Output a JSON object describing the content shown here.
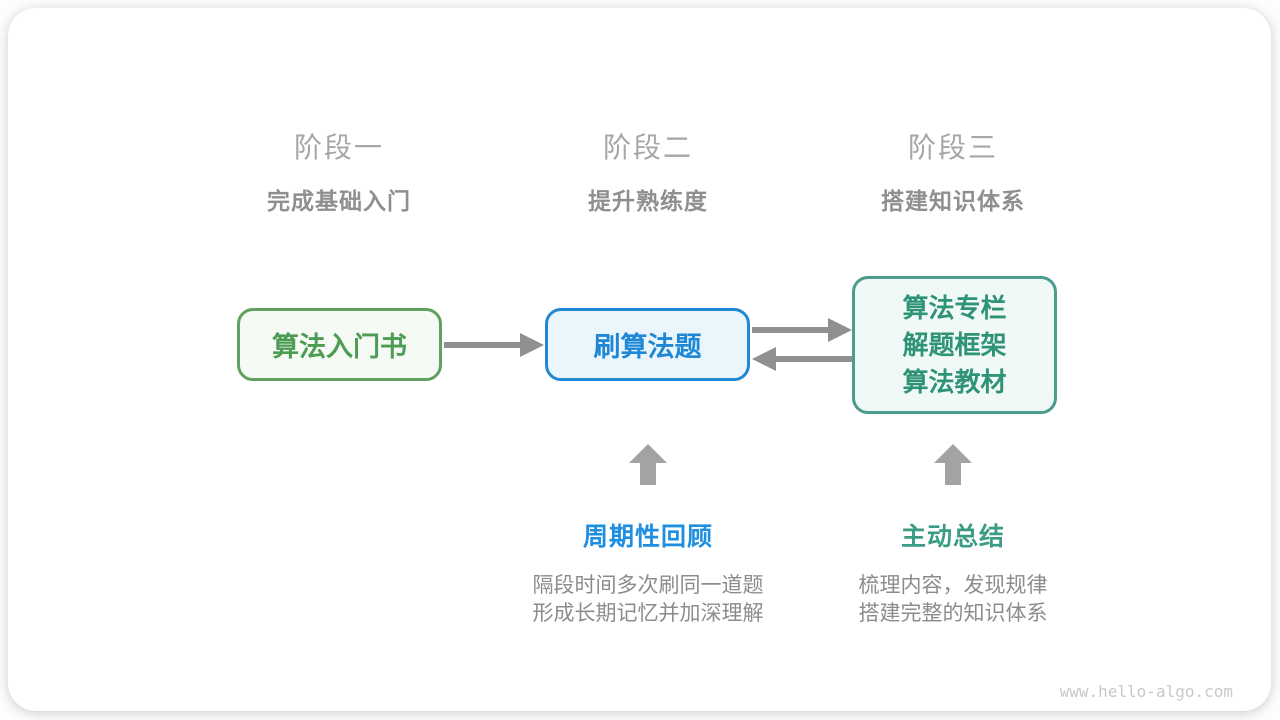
{
  "page": {
    "watermark": "www.hello-algo.com"
  },
  "stages": [
    {
      "title": "阶段一",
      "subtitle": "完成基础入门"
    },
    {
      "title": "阶段二",
      "subtitle": "提升熟练度"
    },
    {
      "title": "阶段三",
      "subtitle": "搭建知识体系"
    }
  ],
  "nodes": {
    "intro_book": {
      "label": "算法入门书"
    },
    "practice": {
      "label": "刷算法题"
    },
    "advanced": {
      "lines": [
        "算法专栏",
        "解题框架",
        "算法教材"
      ]
    }
  },
  "annotations": [
    {
      "label": "周期性回顾",
      "desc": [
        "隔段时间多次刷同一道题",
        "形成长期记忆并加深理解"
      ]
    },
    {
      "label": "主动总结",
      "desc": [
        "梳理内容，发现规律",
        "搭建完整的知识体系"
      ]
    }
  ],
  "colors": {
    "green_border": "#61a061",
    "green_text": "#4c9c53",
    "green_fill": "#f5faf5",
    "blue_border": "#2288d1",
    "blue_text": "#1f88d5",
    "blue_fill": "#ebf5fc",
    "teal_border": "#4a9c8c",
    "teal_text": "#2f9377",
    "teal_fill": "#f1f9f6",
    "annotation_blue": "#1e8ee0",
    "annotation_teal": "#3a9c84",
    "stage_title_gray": "#a6a6a6",
    "stage_sub_gray": "#8f8f8f",
    "desc_gray": "#8c8c8c",
    "arrow_gray": "#909090",
    "watermark_gray": "#c9c9c9"
  }
}
